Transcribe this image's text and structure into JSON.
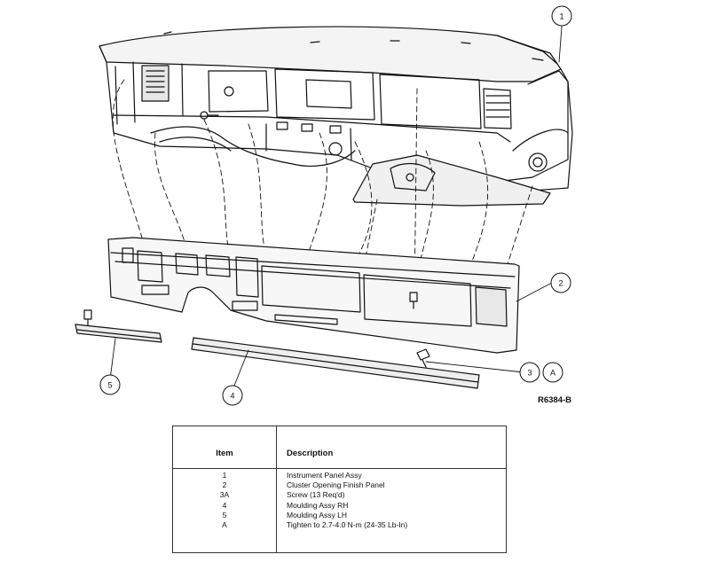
{
  "figure": {
    "code": "R6384-B",
    "callouts": [
      {
        "id": "callout-1",
        "label": "1"
      },
      {
        "id": "callout-2",
        "label": "2"
      },
      {
        "id": "callout-3",
        "label": "3"
      },
      {
        "id": "callout-a",
        "label": "A"
      },
      {
        "id": "callout-4",
        "label": "4"
      },
      {
        "id": "callout-5",
        "label": "5"
      }
    ]
  },
  "legend": {
    "header_item": "Item",
    "header_description": "Description",
    "rows": [
      {
        "item": "1",
        "description": "Instrument Panel Assy"
      },
      {
        "item": "2",
        "description": "Cluster Opening Finish Panel"
      },
      {
        "item": "3A",
        "description": "Screw (13 Req'd)"
      },
      {
        "item": "4",
        "description": "Moulding Assy RH"
      },
      {
        "item": "5",
        "description": "Moulding Assy LH"
      },
      {
        "item": "A",
        "description": "Tighten to 2.7-4.0 N-m (24-35 Lb-In)"
      }
    ]
  }
}
